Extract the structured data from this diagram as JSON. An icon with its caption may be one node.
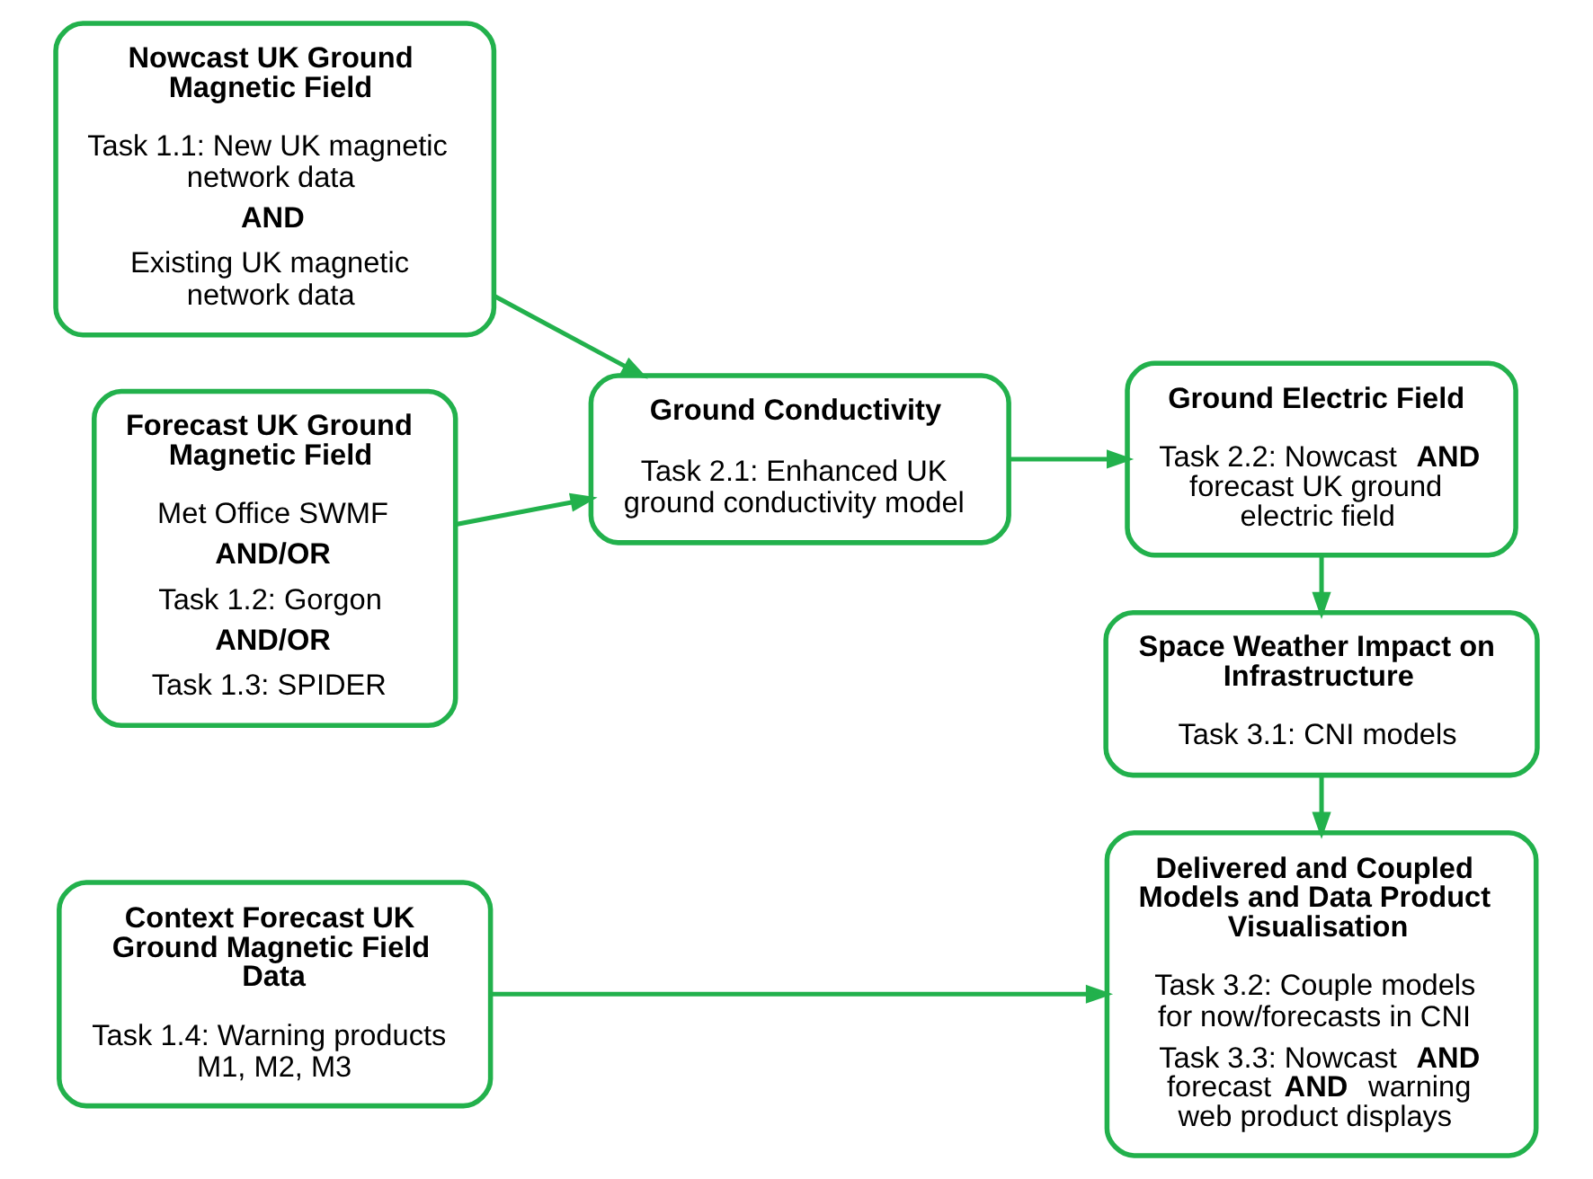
{
  "diagram": {
    "nodes": [
      {
        "text": [
          "Nowcast UK Ground Magnetic Field",
          "Task 1.1: New UK magnetic network data",
          "**AND**",
          "Existing UK magnetic network data"
        ]
      },
      {
        "text": [
          "Forecast UK Ground Magnetic Field",
          "Met Office SWMF",
          "**AND/OR**",
          "Task 1.2: Gorgon",
          "**AND/OR**",
          "Task 1.3: SPIDER"
        ]
      },
      {
        "text": [
          "Context Forecast UK Ground Magnetic Field Data",
          "Task 1.4: Warning products M1, M2, M3"
        ]
      },
      {
        "text": [
          "Ground Conductivity",
          "Task 2.1: Enhanced UK ground conductivity model"
        ]
      },
      {
        "text": [
          "Ground Electric Field",
          "Task 2.2: Nowcast **AND** forecast UK ground electric field"
        ]
      },
      {
        "text": [
          "Space Weather Impact on Infrastructure",
          "Task 3.1: CNI models"
        ]
      },
      {
        "text": [
          "Delivered and Coupled Models and Data Product Visualisation",
          "Task 3.2: Couple models for now/forecasts in CNI",
          "Task 3.3: Nowcast **AND** forecast **AND** warning web product displays"
        ]
      }
    ],
    "edges": [
      {
        "from": 0,
        "to": 3,
        "arrow": "to"
      },
      {
        "from": 1,
        "to": 3,
        "arrow": "to"
      },
      {
        "from": 3,
        "to": 4,
        "arrow": "to"
      },
      {
        "from": 4,
        "to": 5,
        "arrow": "to"
      },
      {
        "from": 5,
        "to": 6,
        "arrow": "to"
      },
      {
        "from": 2,
        "to": 6,
        "arrow": "to"
      }
    ]
  }
}
